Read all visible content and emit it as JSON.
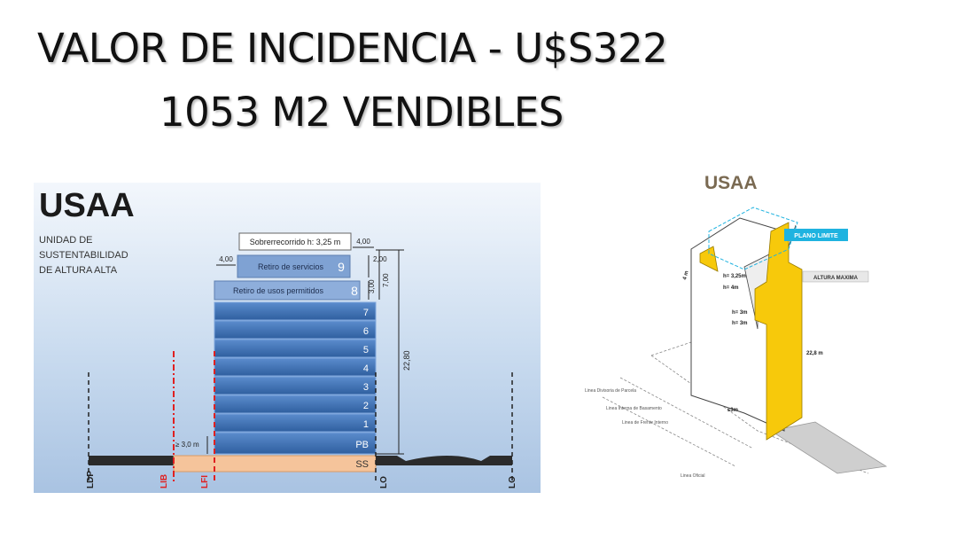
{
  "title": {
    "line1": "VALOR DE INCIDENCIA - U$S322",
    "line2": "1053 M2 VENDIBLES"
  },
  "left_diagram": {
    "heading": "USAA",
    "subtitle": [
      "UNIDAD DE",
      "SUSTENTABILIDAD",
      "DE ALTURA ALTA"
    ],
    "sobrerrecorrido_label": "Sobrerrecorrido h: 3,25 m",
    "retiro_servicios_label": "Retiro de servicios",
    "retiro_servicios_num": "9",
    "retiro_usos_label": "Retiro de usos permitidos",
    "retiro_usos_num": "8",
    "floors": [
      "7",
      "6",
      "5",
      "4",
      "3",
      "2",
      "1",
      "PB"
    ],
    "basement": "SS",
    "dims": {
      "top_right": "4,00",
      "left": "4,00",
      "right_200": "2,00",
      "right_300": "3,00",
      "right_700": "7,00",
      "total": "22,80",
      "ground": "≥ 3,0 m"
    },
    "markers": [
      "LDP",
      "LIB",
      "LFI",
      "LO",
      "LO"
    ],
    "colors": {
      "floor": "#3f72b5",
      "setback": "#6a92c8",
      "basement": "#f5c49b",
      "red_line": "#e02020"
    }
  },
  "right_diagram": {
    "heading": "USAA",
    "plano_limite": "PLANO LIMITE",
    "altura_maxima": "ALTURA MAXIMA",
    "h325": "h= 3,25m",
    "h4": "h= 4m",
    "h3": "h= 3m",
    "height": "22,8 m",
    "width3": "≤3m",
    "side4": "4 m",
    "labels": [
      "Linea Divisoria de Parcela",
      "Linea Interna de Basamento",
      "Linea de Frente Interno",
      "Linea Oficial"
    ],
    "colors": {
      "yellow": "#f7c90b",
      "cyan": "#1fb3e0"
    }
  }
}
